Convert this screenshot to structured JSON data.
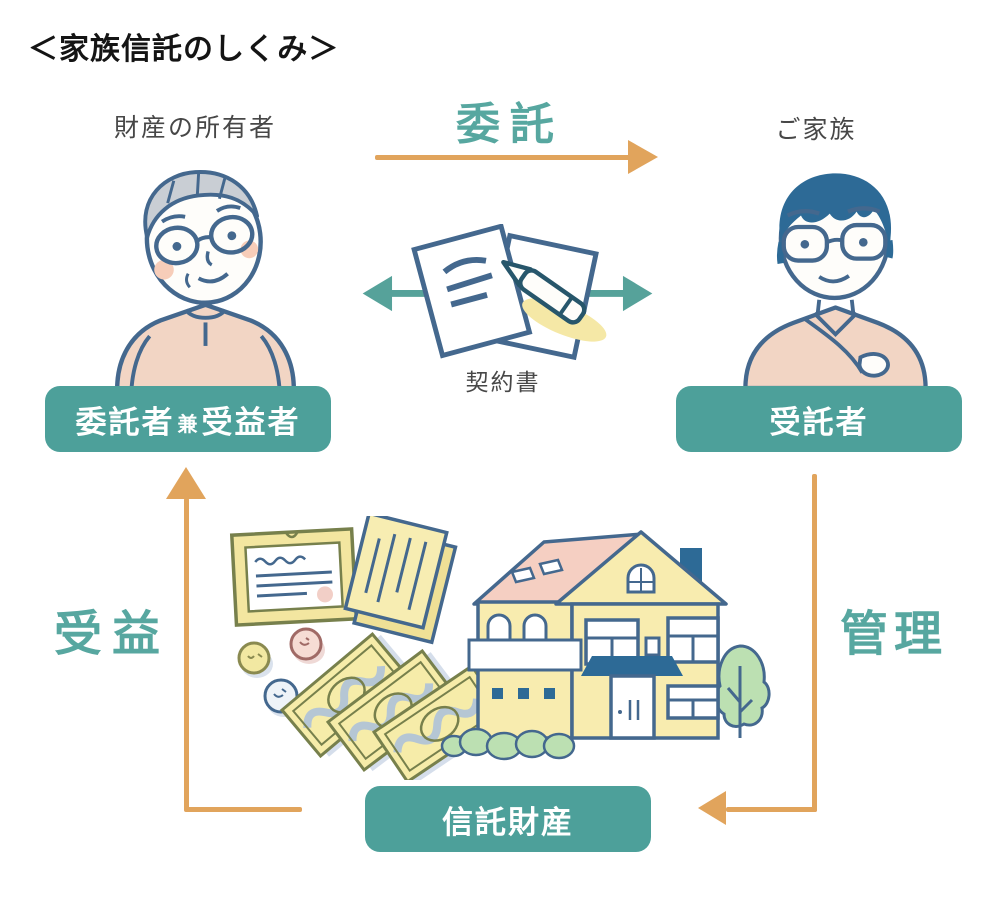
{
  "title": "＜家族信託のしくみ＞",
  "actors": {
    "owner": {
      "label": "財産の所有者",
      "illustration": "elderly-person"
    },
    "family": {
      "label": "ご家族",
      "illustration": "family-member"
    }
  },
  "contract": {
    "label": "契約書",
    "illustration": "contract-papers-and-pen"
  },
  "flows": {
    "entrust": {
      "label": "委託",
      "direction": "owner-to-family"
    },
    "benefit": {
      "label": "受益",
      "direction": "trust-property-to-settlor"
    },
    "manage": {
      "label": "管理",
      "direction": "trustee-to-trust-property"
    }
  },
  "badges": {
    "settlor": {
      "part1": "委託者",
      "part2": "兼",
      "part3": "受益者"
    },
    "trustee": {
      "label": "受託者"
    },
    "trust_property": {
      "label": "信託財産"
    }
  },
  "trust_assets": {
    "illustrations": [
      "certificate",
      "documents",
      "coins",
      "banknotes",
      "house",
      "tree",
      "bushes"
    ]
  },
  "colors": {
    "teal_text": "#57A7A0",
    "teal_badge": "#4DA09A",
    "teal_arrow": "#56A29A",
    "orange_arrow": "#E1A45C",
    "outline_blue": "#44688E",
    "label_text": "#474747",
    "badge_text": "#FFFFFF",
    "house_yellow": "#F8ECAF",
    "roof_pink": "#F5CFC2",
    "leaf_green": "#BCE0B2",
    "sweater_pink": "#F2D5C4",
    "hair_gray": "#C9CED4",
    "hair_blue": "#2D6A96"
  }
}
